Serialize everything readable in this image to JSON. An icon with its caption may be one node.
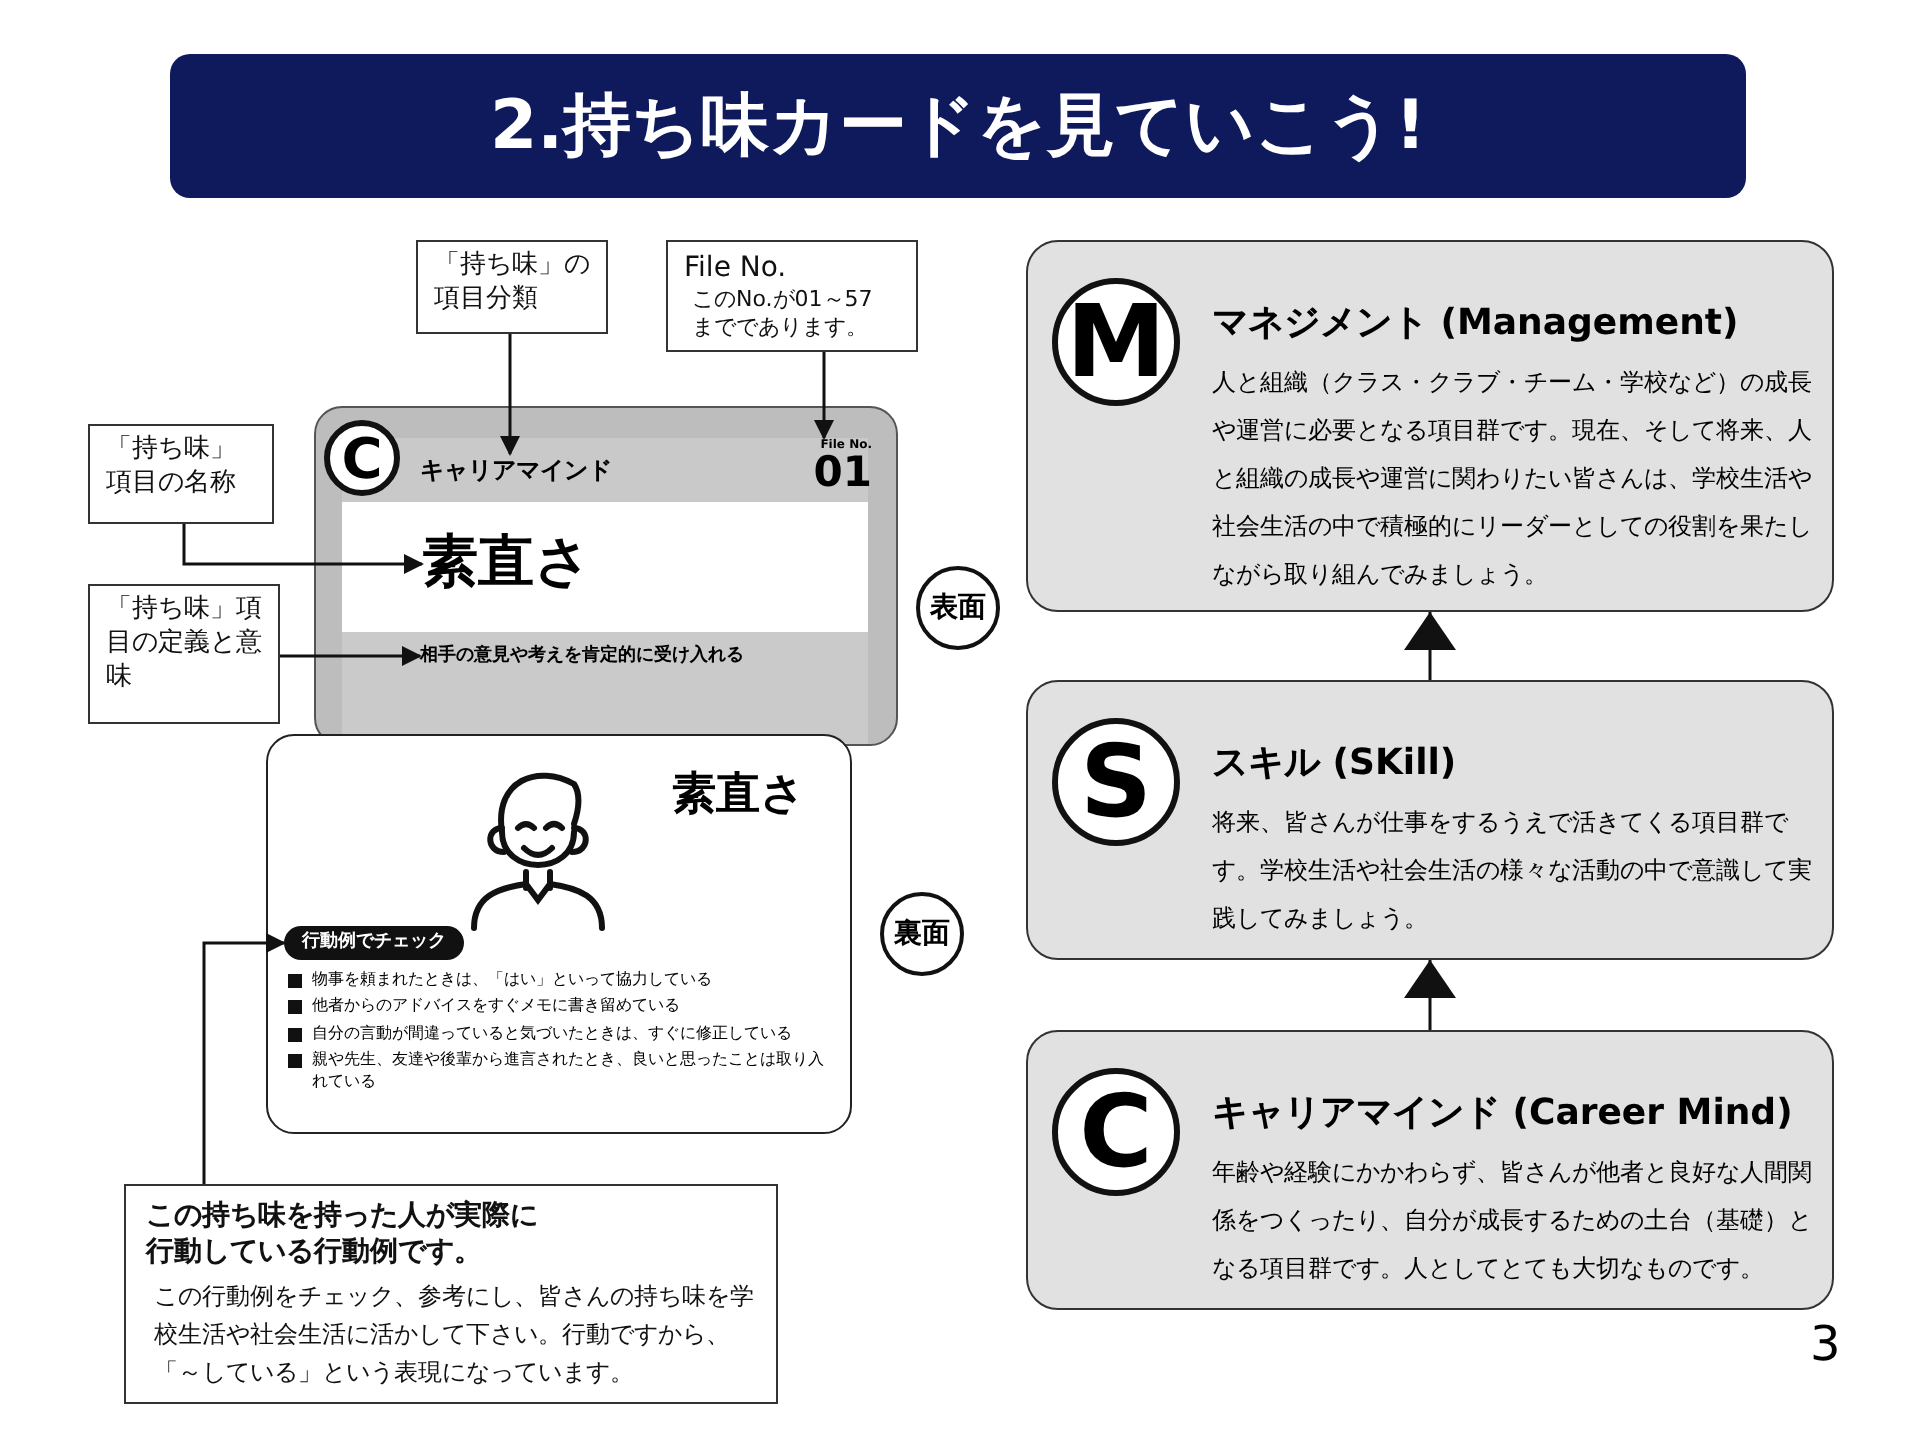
{
  "diagram": {
    "title": "2.持ち味カードを見ていこう!",
    "nodes": [
      {
        "text": [
          "「持ち味」の項目分類"
        ]
      },
      {
        "text": [
          "File No.",
          "このNo.が01～57までであります。"
        ]
      },
      {
        "text": [
          "「持ち味」項目の名称"
        ]
      },
      {
        "text": [
          "「持ち味」項目の定義と意味"
        ]
      },
      {
        "text": [],
        "shape": "box"
      },
      {
        "text": [
          "C"
        ],
        "in": 4
      },
      {
        "text": [
          "キャリアマインド"
        ],
        "in": 4
      },
      {
        "text": [
          "File No.",
          "01"
        ],
        "in": 4
      },
      {
        "text": [
          "素直さ"
        ],
        "in": 4
      },
      {
        "text": [
          "相手の意見や考えを肯定的に受け入れる"
        ],
        "in": 4
      },
      {
        "text": [
          "表面"
        ]
      },
      {
        "text": [
          "素直さ",
          "物事を頼まれたときは、「はい」といって協力している",
          "他者からのアドバイスをすぐメモに書き留めている",
          "自分の言動が間違っていると気づいたときは、すぐに修正している",
          "親や先生、友達や後輩から進言されたとき、良いと思ったことは取り入れている"
        ]
      },
      {
        "text": [
          "行動例でチェック"
        ],
        "in": 11
      },
      {
        "text": [
          "裏面"
        ]
      },
      {
        "text": [
          "この持ち味を持った人が実際に行動している行動例です。",
          "この行動例をチェック、参考にし、皆さんの持ち味を学校生活や社会生活に活かして下さい。行動ですから、「～している」という表現になっています。"
        ]
      },
      {
        "text": [
          "マネジメント (Management)",
          "人と組織（クラス・クラブ・チーム・学校など）の成長や運営に必要となる項目群です。現在、そして将来、人と組織の成長や運営に関わりたい皆さんは、学校生活や社会生活の中で積極的にリーダーとしての役割を果たしながら取り組んでみましょう。"
        ]
      },
      {
        "text": [
          "M"
        ],
        "in": 15
      },
      {
        "text": [
          "スキル (SKill)",
          "将来、皆さんが仕事をするうえで活きてくる項目群です。学校生活や社会生活の様々な活動の中で意識して実践してみましょう。"
        ]
      },
      {
        "text": [
          "S"
        ],
        "in": 17
      },
      {
        "text": [
          "キャリアマインド (Career Mind)",
          "年齢や経験にかかわらず、皆さんが他者と良好な人間関係をつくったり、自分が成長するための土台（基礎）となる項目群です。人としてとても大切なものです。"
        ]
      },
      {
        "text": [
          "C"
        ],
        "in": 19
      }
    ],
    "edges": [
      {
        "from": 0,
        "to": 6,
        "arrow": "to"
      },
      {
        "from": 1,
        "to": 7,
        "arrow": "to"
      },
      {
        "from": 2,
        "to": 8,
        "arrow": "to"
      },
      {
        "from": 3,
        "to": 9,
        "arrow": "to"
      },
      {
        "from": 14,
        "to": 12,
        "arrow": "to"
      },
      {
        "from": 19,
        "to": 17,
        "arrow": "to"
      },
      {
        "from": 17,
        "to": 15,
        "arrow": "to"
      }
    ],
    "labels": [
      "3"
    ]
  }
}
